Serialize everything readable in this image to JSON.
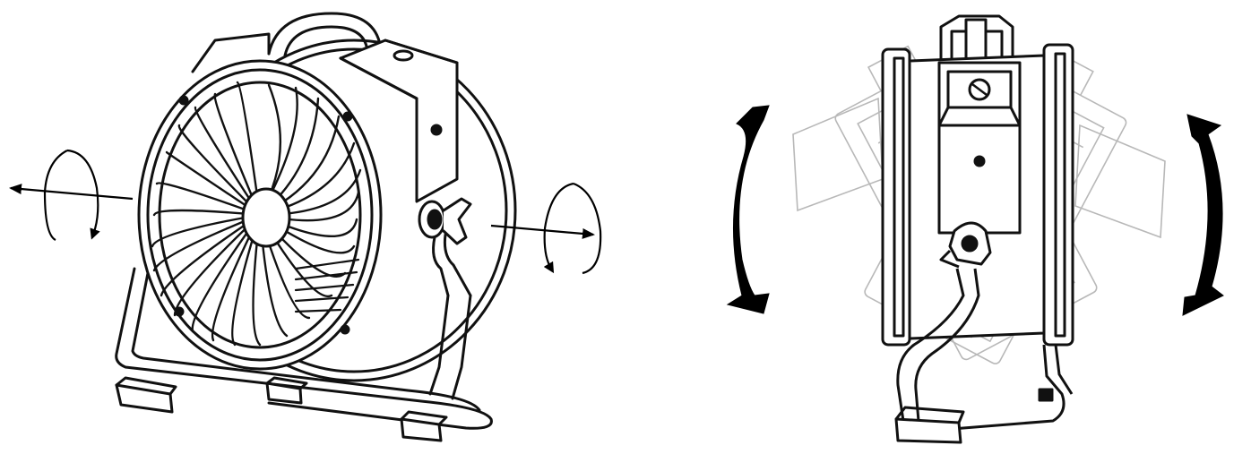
{
  "figure": {
    "panels": [
      {
        "id": "left",
        "subject": "fan-front-three-quarter-view",
        "motion": "rotation-about-horizontal-pivot-axis",
        "arrows": [
          "rotation-arrow-left",
          "rotation-arrow-right"
        ]
      },
      {
        "id": "right",
        "subject": "fan-side-view-with-tilt-ghosts",
        "motion": "tilt-forward-and-backward",
        "arrows": [
          "tilt-arc-arrow-left",
          "tilt-arc-arrow-right"
        ]
      }
    ]
  },
  "colors": {
    "line": "#111111",
    "ghost": "#b8b8b8",
    "background": "#ffffff",
    "arrow_fill": "#000000"
  }
}
